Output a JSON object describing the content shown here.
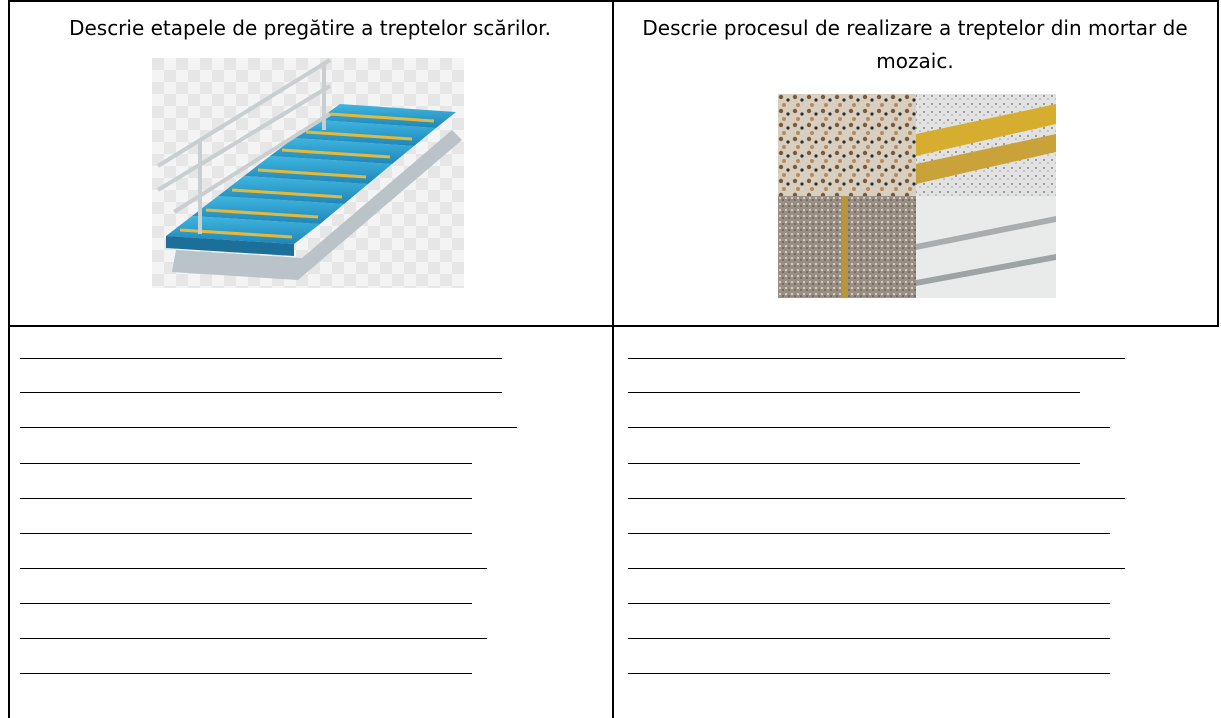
{
  "worksheet": {
    "left_prompt": "Descrie etapele de pregătire a treptelor scărilor.",
    "right_prompt": "Descrie procesul de realizare a treptelor din mortar de mozaic.",
    "left_image": {
      "icon": "blue-staircase-with-handrail"
    },
    "right_image": {
      "icon": "terrazzo-mosaic-steps-collage"
    },
    "left_answer_lines": 10,
    "right_answer_lines": 10
  }
}
